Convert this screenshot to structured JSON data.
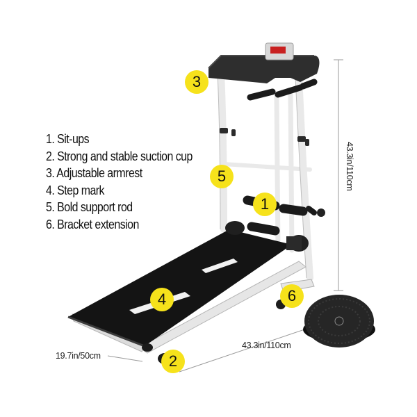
{
  "features": [
    "1. Sit-ups",
    "2. Strong and stable suction cup",
    "3. Adjustable armrest",
    "4. Step mark",
    "5. Bold support rod",
    "6. Bracket extension"
  ],
  "callouts": [
    "1",
    "2",
    "3",
    "4",
    "5",
    "6"
  ],
  "dimensions": {
    "height": "43.3in/110cm",
    "length": "43.3in/110cm",
    "width": "19.7in/50cm"
  },
  "colors": {
    "badge": "#f6e21b",
    "frame": "#f2f2f2",
    "belt": "#151515",
    "deck": "#3a3a3a"
  }
}
